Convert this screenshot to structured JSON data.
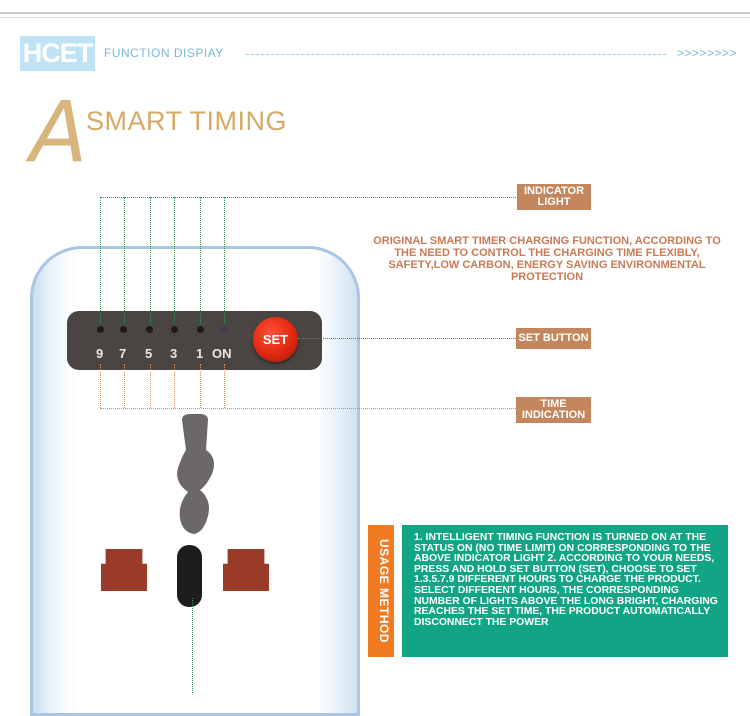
{
  "header": {
    "logo_text": "HCET",
    "section_title": "FUNCTION DISPIAY",
    "arrows": ">>>>>>>>"
  },
  "feature": {
    "letter": "A",
    "title": "SMART TIMING"
  },
  "callouts": {
    "indicator": "INDICATOR LIGHT",
    "set_button": "SET BUTTON",
    "time": "TIME INDICATION"
  },
  "description": "ORIGINAL SMART TIMER CHARGING FUNCTION, ACCORDING TO THE NEED TO CONTROL THE CHARGING TIME FLEXIBLY, SAFETY,LOW CARBON, ENERGY SAVING ENVIRONMENTAL PROTECTION",
  "device": {
    "labels": [
      "9",
      "7",
      "5",
      "3",
      "1",
      "ON"
    ],
    "set_label": "SET"
  },
  "usage": {
    "tag": "USAGE METHOD",
    "text": "1. INTELLIGENT TIMING FUNCTION IS TURNED ON AT THE STATUS ON (NO TIME LIMIT) ON CORRESPONDING TO THE ABOVE INDICATOR LIGHT 2. ACCORDING TO YOUR NEEDS, PRESS AND HOLD SET BUTTON (SET), CHOOSE TO SET 1.3.5.7.9 DIFFERENT HOURS TO CHARGE THE PRODUCT. SELECT DIFFERENT HOURS, THE CORRESPONDING NUMBER OF LIGHTS ABOVE THE LONG BRIGHT, CHARGING REACHES THE SET TIME, THE PRODUCT AUTOMATICALLY DISCONNECT THE POWER"
  },
  "colors": {
    "accent_gold": "#d7a866",
    "callout_brown": "#c4865c",
    "usage_orange": "#f07b22",
    "usage_green": "#12a585",
    "set_red": "#e02810"
  }
}
